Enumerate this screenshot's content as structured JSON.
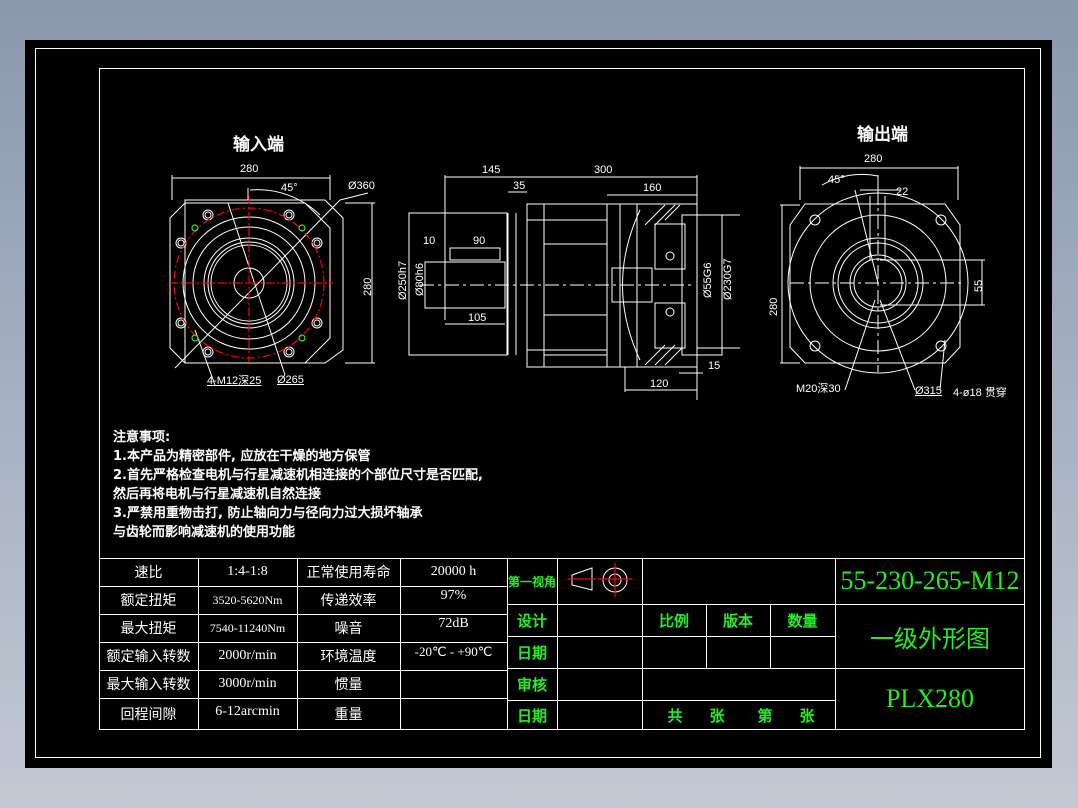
{
  "views": {
    "input_end": {
      "title": "输入端",
      "dims": {
        "width": "280",
        "height": "280",
        "angle": "45°",
        "pcd": "Ø360",
        "bolt_circle": "Ø265",
        "tapped_holes": "4-M12深25"
      }
    },
    "side_view": {
      "dims": {
        "shaft_len": "145",
        "flange": "35",
        "body_len": "300",
        "rear": "160",
        "key_offset": "10",
        "key_len": "90",
        "shaft_fit": "105",
        "spigot": "Ø250h7",
        "shaft_dia": "Ø80h6",
        "output_bore": "Ø55G6",
        "output_spigot": "Ø230G7",
        "output_len": "120",
        "output_step": "15"
      }
    },
    "output_end": {
      "title": "输出端",
      "dims": {
        "width": "280",
        "height": "280",
        "angle": "45°",
        "key": "22",
        "bore": "55",
        "pcd": "Ø315",
        "tapped": "M20深30",
        "through_holes": "4-ø18 贯穿"
      }
    }
  },
  "notes": {
    "heading": "注意事项:",
    "lines": [
      "1.本产品为精密部件, 应放在干燥的地方保管",
      "2.首先严格检查电机与行星减速机相连接的个部位尺寸是否匹配,",
      "然后再将电机与行星减速机自然连接",
      "3.严禁用重物击打, 防止轴向力与径向力过大损坏轴承",
      "与齿轮而影响减速机的使用功能"
    ]
  },
  "spec_table": {
    "rows": [
      {
        "label": "速比",
        "value": "1:4-1:8",
        "label2": "正常使用寿命",
        "value2": "20000 h"
      },
      {
        "label": "额定扭矩",
        "value": "3520-5620Nm",
        "label2": "传递效率",
        "value2": "97%"
      },
      {
        "label": "最大扭矩",
        "value": "7540-11240Nm",
        "label2": "噪音",
        "value2": "72dB"
      },
      {
        "label": "额定输入转数",
        "value": "2000r/min",
        "label2": "环境温度",
        "value2": "-20℃ - +90℃"
      },
      {
        "label": "最大输入转数",
        "value": "3000r/min",
        "label2": "惯量",
        "value2": ""
      },
      {
        "label": "回程间隙",
        "value": "6-12arcmin",
        "label2": "重量",
        "value2": ""
      }
    ]
  },
  "title_block": {
    "projection": "第一视角",
    "design": "设计",
    "date1": "日期",
    "review": "审核",
    "date2": "日期",
    "scale": "比例",
    "version": "版本",
    "quantity": "数量",
    "sheets_total": "共",
    "sheets_unit1": "张",
    "sheet_no": "第",
    "sheets_unit2": "张",
    "code": "55-230-265-M12",
    "drawing_name": "一级外形图",
    "model": "PLX280"
  },
  "colors": {
    "background": "#000000",
    "lines": "#ffffff",
    "centerlines": "#ff0000",
    "title_text": "#22ee22"
  }
}
